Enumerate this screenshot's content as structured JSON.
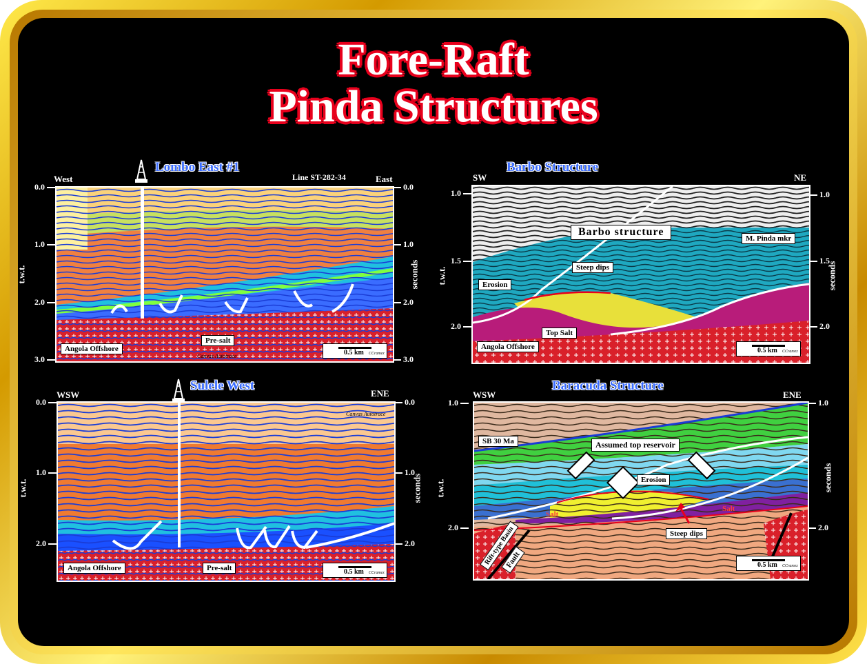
{
  "title": {
    "line1": "Fore-Raft",
    "line2": "Pinda Structures"
  },
  "panels": {
    "p1": {
      "title": "Lombo East #1",
      "left_dir": "West",
      "right_dir": "East",
      "line": "Line ST-282-34",
      "ticks": [
        "0.0",
        "1.0",
        "2.0",
        "3.0"
      ],
      "left_axis": "t.w.t.",
      "right_axis": "seconds",
      "labels": {
        "region": "Angola Offshore",
        "presalt": "Pre-salt",
        "autotrace": "Canvas Autotrace"
      },
      "scale": "0.5 km",
      "credit": "CCramez"
    },
    "p2": {
      "title": "Barbo Structure",
      "left_dir": "SW",
      "right_dir": "NE",
      "ticks": [
        "1.0",
        "1.5",
        "2.0"
      ],
      "left_axis": "t.w.t.",
      "right_axis": "seconds",
      "labels": {
        "structure": "Barbo structure",
        "marker": "M. Pinda mkr",
        "steep": "Steep dips",
        "erosion": "Erosion",
        "topsalt": "Top Salt",
        "region": "Angola Offshore"
      },
      "scale": "0.5 km",
      "credit": "CCramez"
    },
    "p3": {
      "title": "Sulele West",
      "left_dir": "WSW",
      "right_dir": "ENE",
      "ticks": [
        "0.0",
        "1.0",
        "2.0"
      ],
      "left_axis": "t.w.t.",
      "right_axis": "seconds",
      "labels": {
        "region": "Angola Offshore",
        "presalt": "Pre-salt",
        "autotrace": "Canvas Autotrace"
      },
      "scale": "0.5 km",
      "credit": "CCramez"
    },
    "p4": {
      "title": "Baracuda Structure",
      "left_dir": "WSW",
      "right_dir": "ENE",
      "ticks": [
        "1.0",
        "2.0"
      ],
      "left_axis": "t.w.t.",
      "right_axis": "seconds",
      "labels": {
        "sb": "SB 30 Ma",
        "reservoir": "Assumed top reservoir",
        "erosion": "Erosion",
        "salt1": "Salt",
        "salt2": "Salt",
        "steep": "Steep dips",
        "basin": "Rift-type Basin",
        "fault": "Fault"
      },
      "scale": "0.5 km",
      "credit": "CCramez"
    }
  },
  "colors": {
    "frame": "#f2c200",
    "title_outline": "#e8001c",
    "panel_title": "#3a6cff",
    "presalt": "#d9202a",
    "salt_yellow": "#e8e03a",
    "layer_cyan": "#1fa8c0",
    "layer_orange": "#f07a30"
  }
}
